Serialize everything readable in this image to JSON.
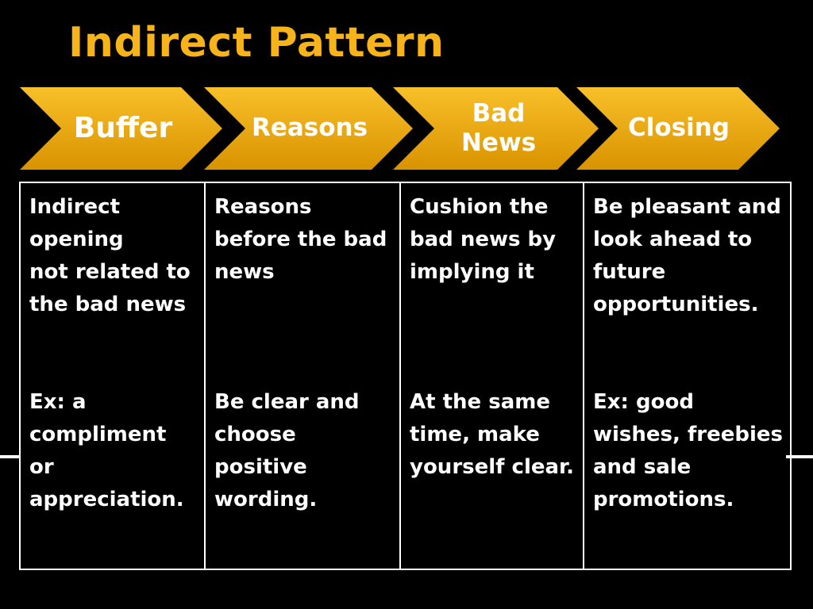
{
  "slide": {
    "title": "Indirect Pattern"
  },
  "colors": {
    "accent": "#f6b41a",
    "chevron_top": "#f8c02a",
    "chevron_bottom": "#d99300",
    "background": "#000000",
    "text": "#ffffff"
  },
  "process": {
    "steps": [
      {
        "label": "Buffer"
      },
      {
        "label_line1": "Reasons"
      },
      {
        "label_line1": "Bad",
        "label_line2": "News"
      },
      {
        "label_line1": "Closing"
      }
    ]
  },
  "table": {
    "columns": [
      {
        "description": "Indirect\nopening\nnot related to\nthe bad news",
        "detail": "Ex: a\ncompliment\nor\nappreciation."
      },
      {
        "description": "Reasons\nbefore the bad\nnews",
        "detail": "Be clear and\nchoose\npositive\nwording."
      },
      {
        "description": "Cushion the\nbad news by\nimplying it",
        "detail": "At the same\ntime, make\nyourself clear."
      },
      {
        "description": "Be pleasant and\nlook ahead to\nfuture\nopportunities.",
        "detail": "Ex: good\nwishes, freebies\nand sale\npromotions."
      }
    ]
  }
}
